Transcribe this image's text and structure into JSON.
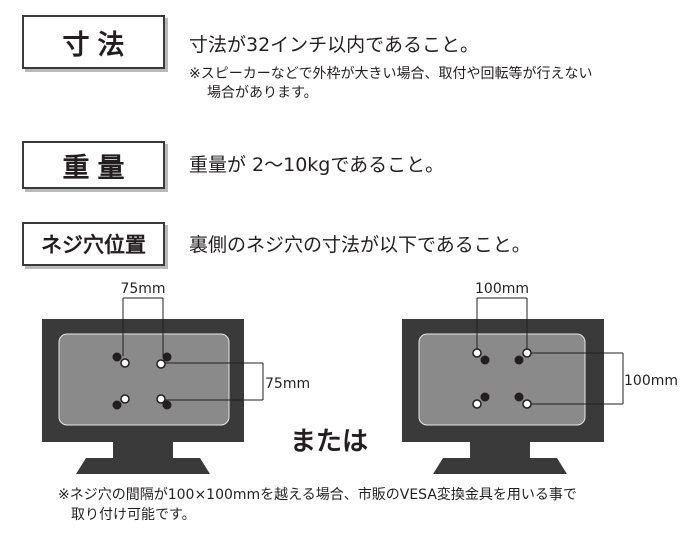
{
  "size_row": {
    "label": "寸法",
    "text": "寸法が32インチ以内であること。",
    "note_line1": "※スピーカーなどで外枠が大きい場合、取付や回転等が行えない",
    "note_line2": "場合があります。"
  },
  "weight_row": {
    "label": "重量",
    "text": "重量が 2～10kgであること。"
  },
  "screw_row": {
    "label": "ネジ穴位置",
    "text": "裏側のネジ穴の寸法が以下であること。"
  },
  "diagram_left": {
    "horizontal_label": "75mm",
    "vertical_label": "75mm"
  },
  "diagram_right": {
    "horizontal_label": "100mm",
    "vertical_label": "100mm"
  },
  "or_text": "または",
  "footnote": {
    "line1": "※ネジ穴の間隔が100×100mmを越える場合、市販のVESA変換金具を用いる事で",
    "line2": "取り付け可能です。"
  },
  "colors": {
    "monitor_frame": "#3a3a3a",
    "monitor_panel": "#8a8a8a",
    "text": "#231f20"
  }
}
